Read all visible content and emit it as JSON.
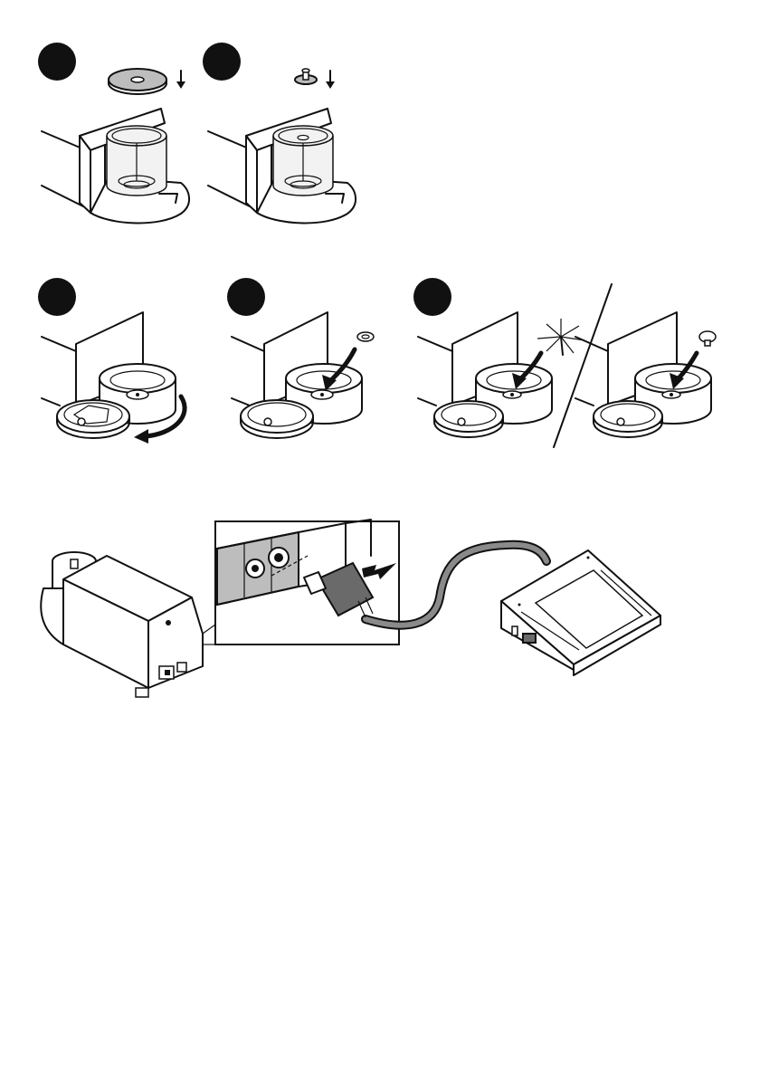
{
  "figure": {
    "step_markers": [
      {
        "id": "step-1",
        "shape": "black-circle"
      },
      {
        "id": "step-2",
        "shape": "black-circle"
      },
      {
        "id": "step-3",
        "shape": "black-circle"
      },
      {
        "id": "step-4",
        "shape": "black-circle"
      },
      {
        "id": "step-5",
        "shape": "black-circle"
      }
    ],
    "icons": [
      "balance-draft-shield-icon",
      "shield-disk-icon",
      "weighing-pan-icon",
      "down-arrow-icon",
      "rotate-arrow-icon",
      "insert-arrow-icon",
      "retainer-ring-icon",
      "filter-holder-icon",
      "push-arrow-icon",
      "usb-cable-icon",
      "terminal-display-icon"
    ],
    "colors": {
      "ink": "#111111",
      "panel_gray": "#bdbdbd",
      "dark_gray": "#6a6a6a",
      "glass": "#f2f2f2",
      "background": "#ffffff"
    }
  }
}
